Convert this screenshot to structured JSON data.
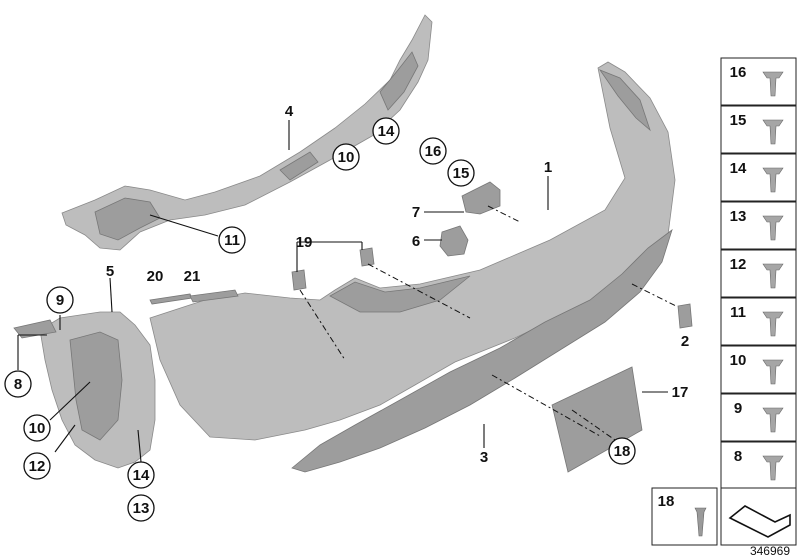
{
  "callouts": {
    "c1": "1",
    "c2": "2",
    "c3": "3",
    "c4": "4",
    "c5": "5",
    "c6": "6",
    "c7": "7",
    "c8": "8",
    "c9": "9",
    "c10a": "10",
    "c10b": "10",
    "c11": "11",
    "c12": "12",
    "c13": "13",
    "c14a": "14",
    "c14b": "14",
    "c15": "15",
    "c16": "16",
    "c17": "17",
    "c18": "18",
    "c19": "19",
    "c20": "20",
    "c21": "21"
  },
  "legend": [
    "16",
    "15",
    "14",
    "13",
    "12",
    "11",
    "10",
    "9",
    "8"
  ],
  "legend_bottom": "18",
  "drawing_number": "346969"
}
